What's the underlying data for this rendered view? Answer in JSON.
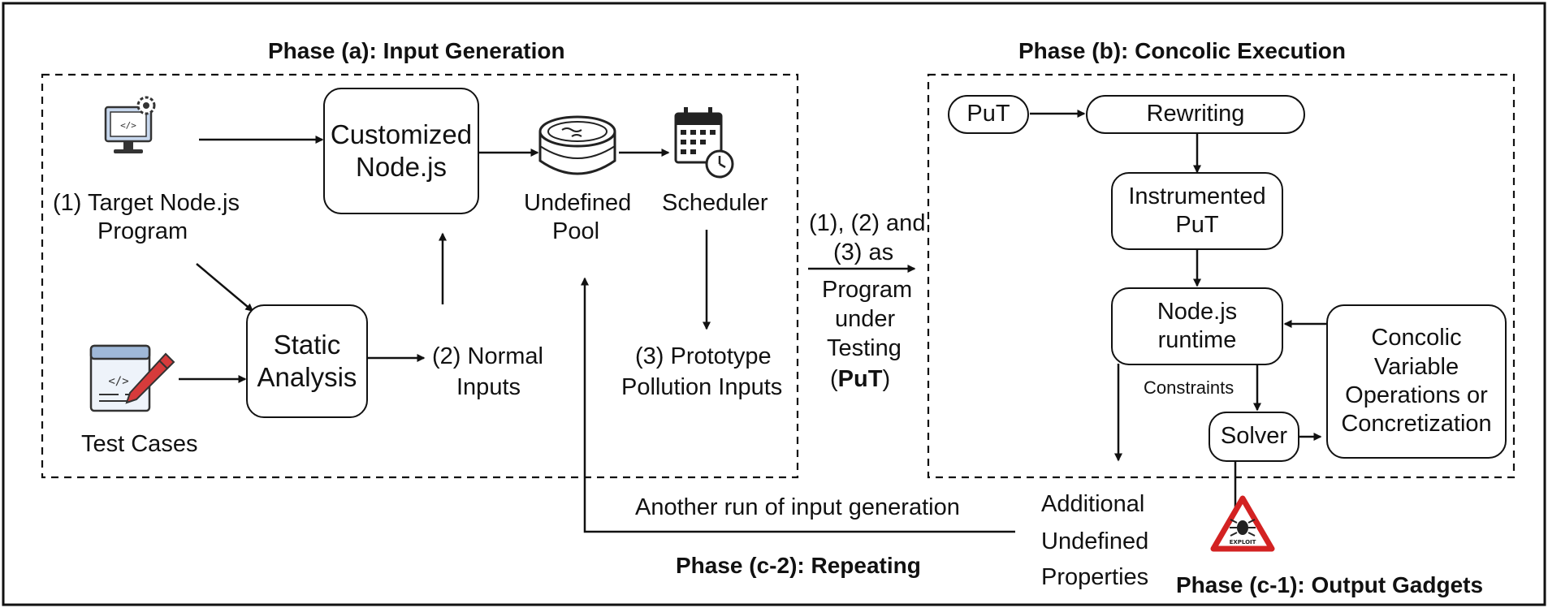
{
  "phases": {
    "a_title": "Phase (a): Input Generation",
    "b_title": "Phase (b): Concolic Execution",
    "c2_title": "Phase (c-2): Repeating",
    "c1_title": "Phase (c-1): Output Gadgets"
  },
  "phase_a": {
    "target_program_line1": "(1) Target Node.js",
    "target_program_line2": "Program",
    "test_cases": "Test Cases",
    "customized_line1": "Customized",
    "customized_line2": "Node.js",
    "static_line1": "Static",
    "static_line2": "Analysis",
    "undefined_pool_line1": "Undefined",
    "undefined_pool_line2": "Pool",
    "scheduler": "Scheduler",
    "normal_inputs_line1": "(2) Normal",
    "normal_inputs_line2": "Inputs",
    "pollution_line1": "(3) Prototype",
    "pollution_line2": "Pollution Inputs"
  },
  "transition": {
    "line1": "(1), (2) and",
    "line2": "(3) as",
    "line3": "Program",
    "line4": "under",
    "line5": "Testing",
    "put_open": "(",
    "put_bold": "PuT",
    "put_close": ")"
  },
  "phase_b": {
    "put": "PuT",
    "rewriting": "Rewriting",
    "instrumented_line1": "Instrumented",
    "instrumented_line2": "PuT",
    "runtime_line1": "Node.js",
    "runtime_line2": "runtime",
    "constraints": "Constraints",
    "solver": "Solver",
    "concolic_line1": "Concolic",
    "concolic_line2": "Variable",
    "concolic_line3": "Operations or",
    "concolic_line4": "Concretization"
  },
  "repeat": {
    "another_run": "Another run of input generation",
    "additional_line1": "Additional",
    "additional_line2": "Undefined",
    "additional_line3": "Properties"
  },
  "icons": {
    "target": "monitor-gear-icon",
    "tests": "code-window-pencil-icon",
    "pool": "pool-icon",
    "scheduler": "calendar-clock-icon",
    "exploit": "exploit-warning-icon",
    "exploit_label": "EXPLOIT"
  },
  "colors": {
    "exploit_red": "#d32222",
    "monitor_blue": "#c8d8ee",
    "pencil_red": "#d63b3b"
  }
}
